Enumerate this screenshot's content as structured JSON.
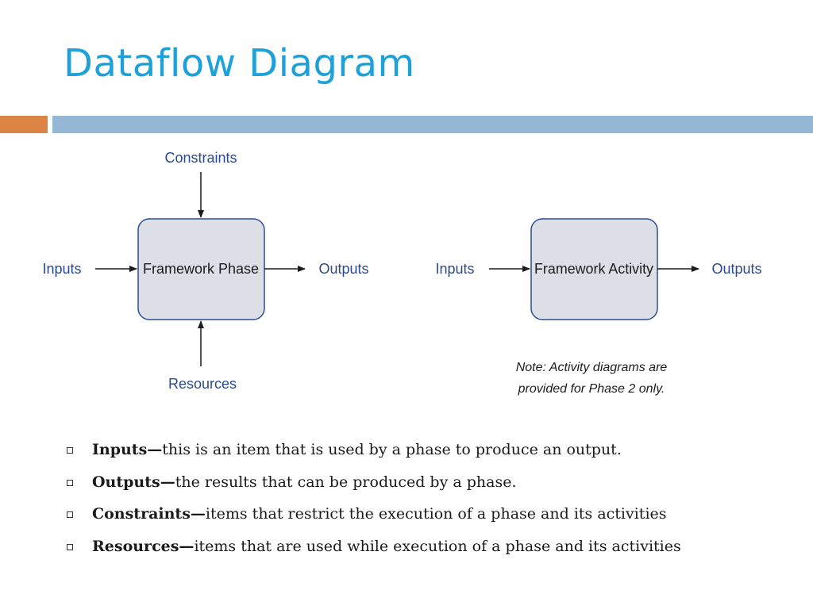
{
  "title": "Dataflow Diagram",
  "diagram": {
    "left": {
      "top_label": "Constraints",
      "input_label": "Inputs",
      "box_label": "Framework Phase",
      "output_label": "Outputs",
      "bottom_label": "Resources"
    },
    "right": {
      "input_label": "Inputs",
      "box_label": "Framework Activity",
      "output_label": "Outputs",
      "note_line1": "Note: Activity diagrams are",
      "note_line2": "provided for Phase 2 only."
    }
  },
  "bullets": [
    {
      "term": "Inputs—",
      "text": "this is an item that is used by a phase to produce an output."
    },
    {
      "term": "Outputs—",
      "text": "the results that can be produced by a phase."
    },
    {
      "term": "Constraints—",
      "text": "items that restrict the execution of a phase and its activities"
    },
    {
      "term": "Resources—",
      "text": "items that are used while execution of a phase and its activities"
    }
  ],
  "colors": {
    "title": "#1ea0d8",
    "accent_orange": "#dd8447",
    "accent_blue": "#94b7d6",
    "box_fill": "#dcdfe5",
    "box_stroke": "#2b4d8f"
  }
}
